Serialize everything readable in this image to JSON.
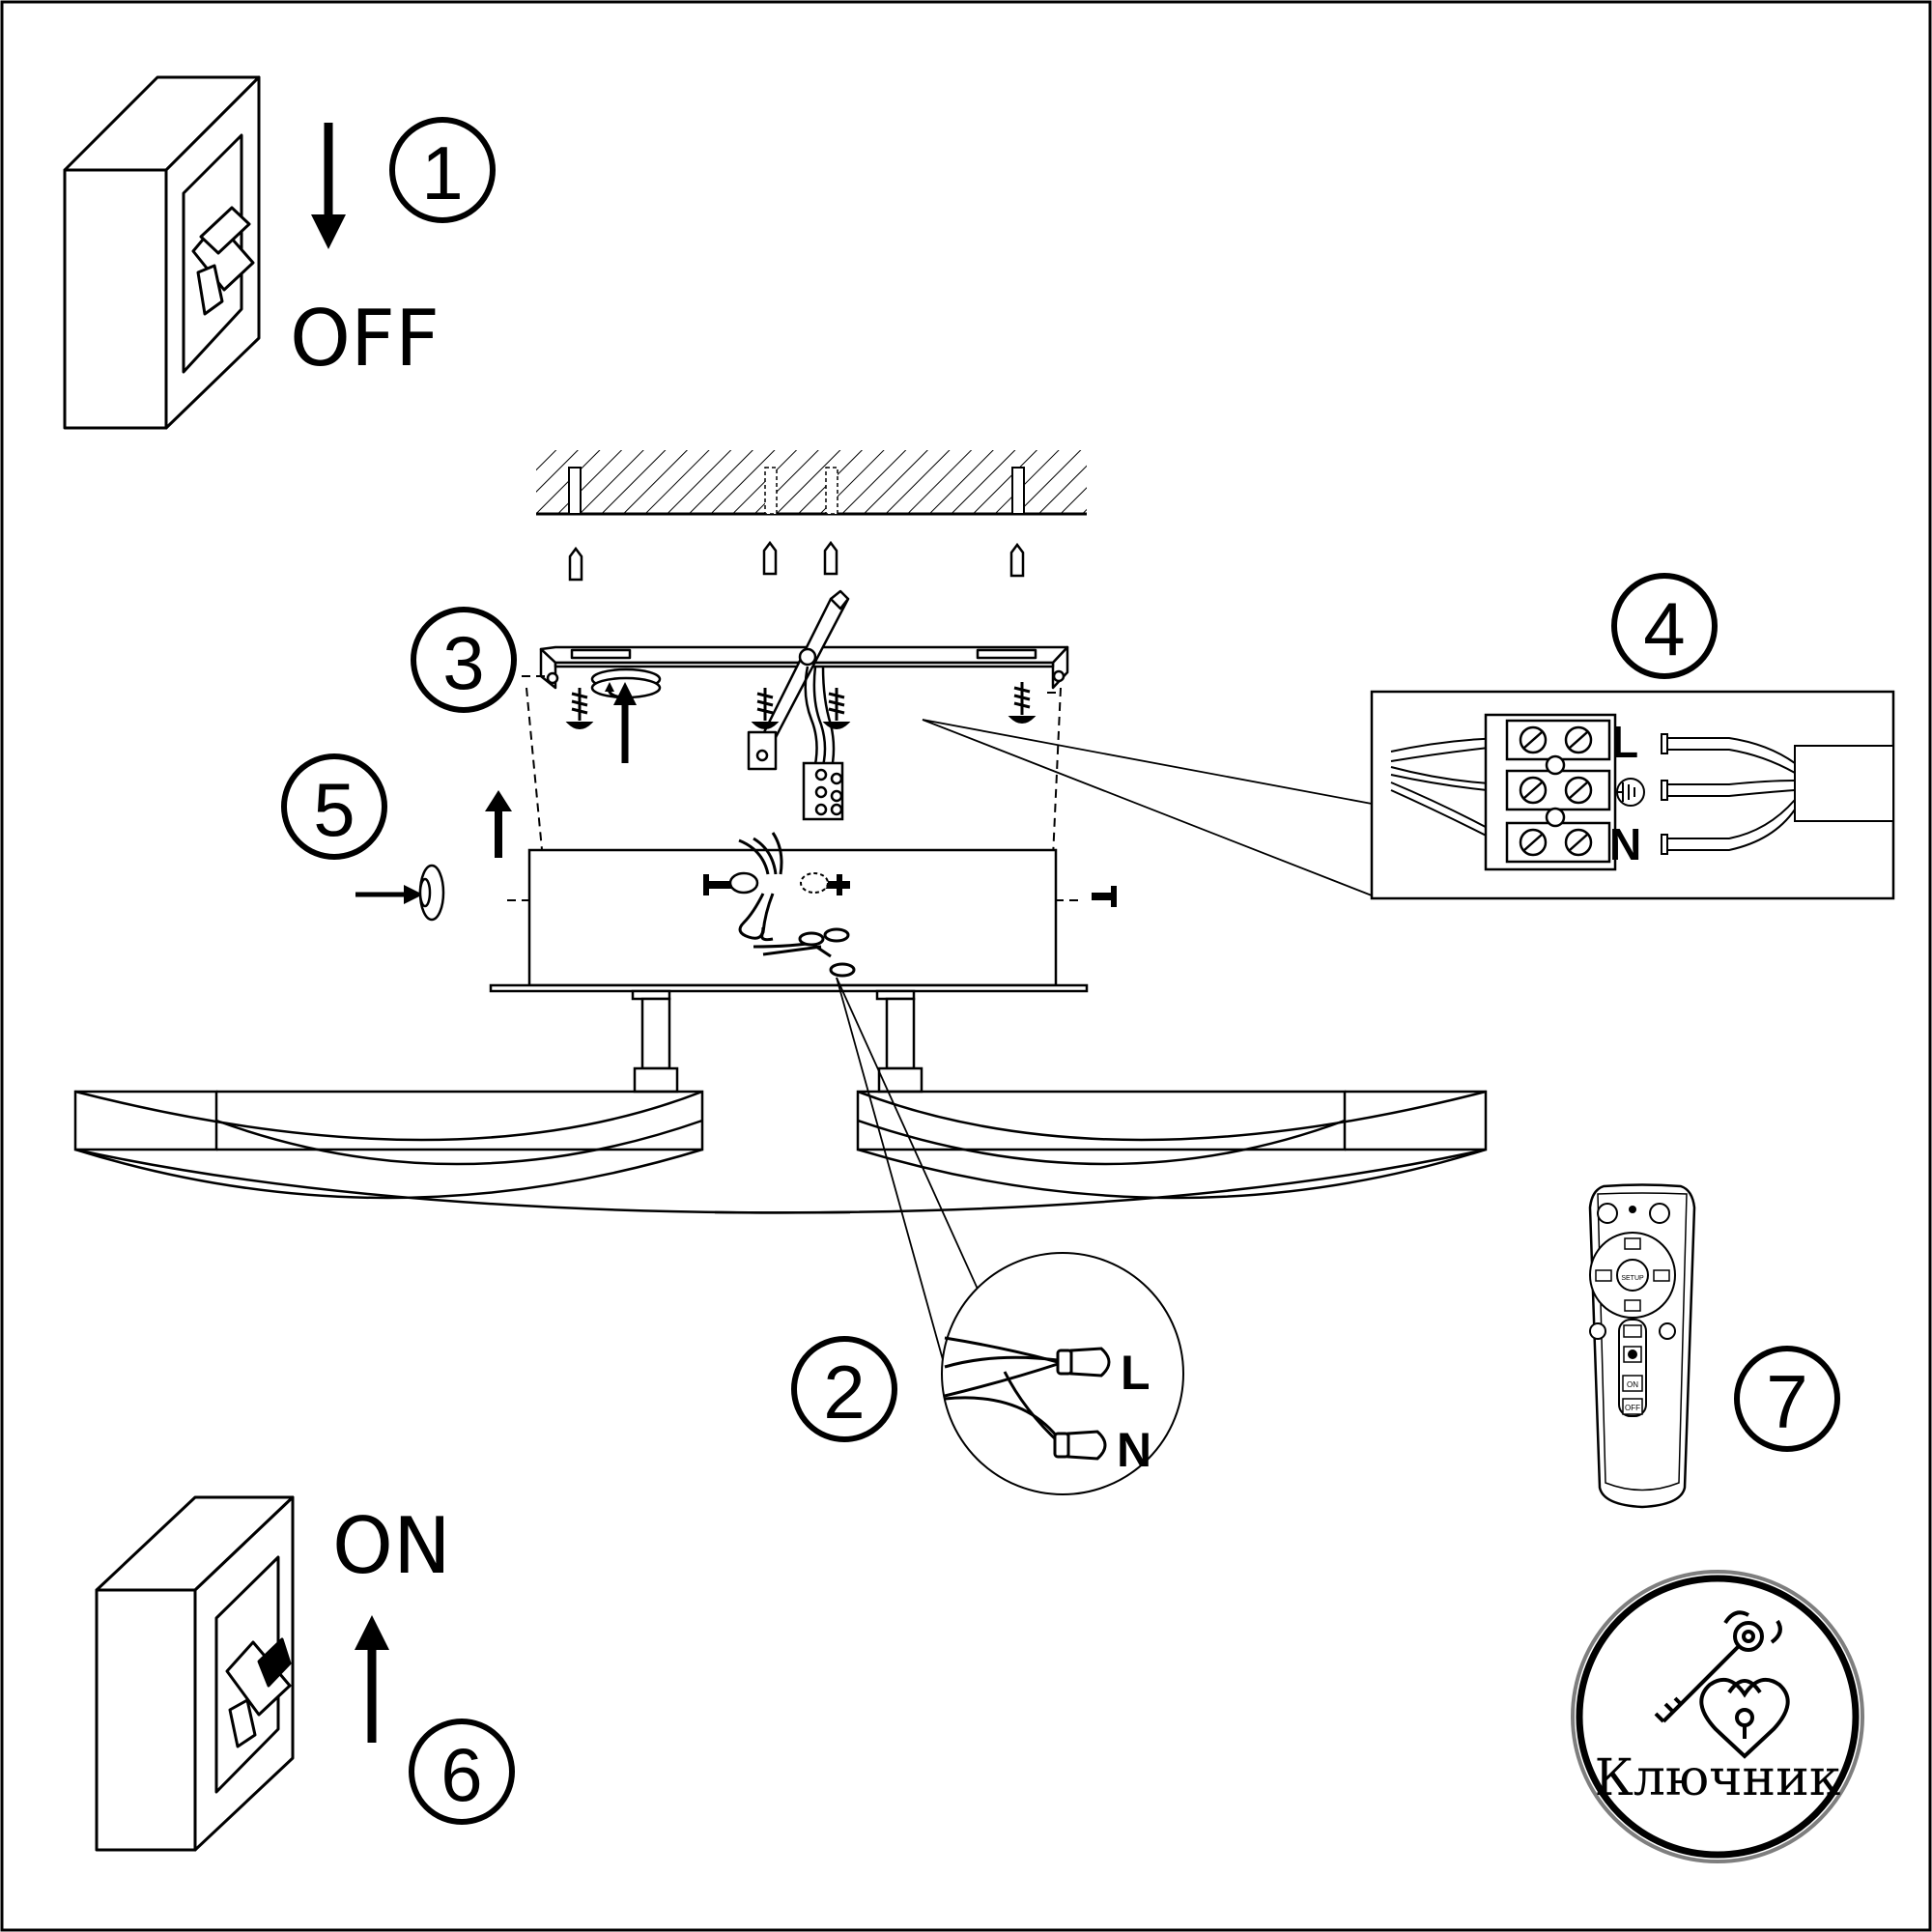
{
  "colors": {
    "line": "#000000",
    "background": "#ffffff"
  },
  "steps": {
    "s1": "1",
    "s2": "2",
    "s3": "3",
    "s4": "4",
    "s5": "5",
    "s6": "6",
    "s7": "7"
  },
  "switch_off": {
    "label": "OFF"
  },
  "switch_on": {
    "label": "ON"
  },
  "wiring_detail": {
    "live": "L",
    "neutral": "N"
  },
  "terminal_block": {
    "live": "L",
    "neutral": "N",
    "earth_icon": "ground-symbol-icon"
  },
  "remote": {
    "buttons": {
      "center": "SETUP",
      "on": "ON",
      "off": "OFF"
    }
  },
  "logo": {
    "brand": "Ключник",
    "icon": "key-and-heart-padlock-icon"
  }
}
